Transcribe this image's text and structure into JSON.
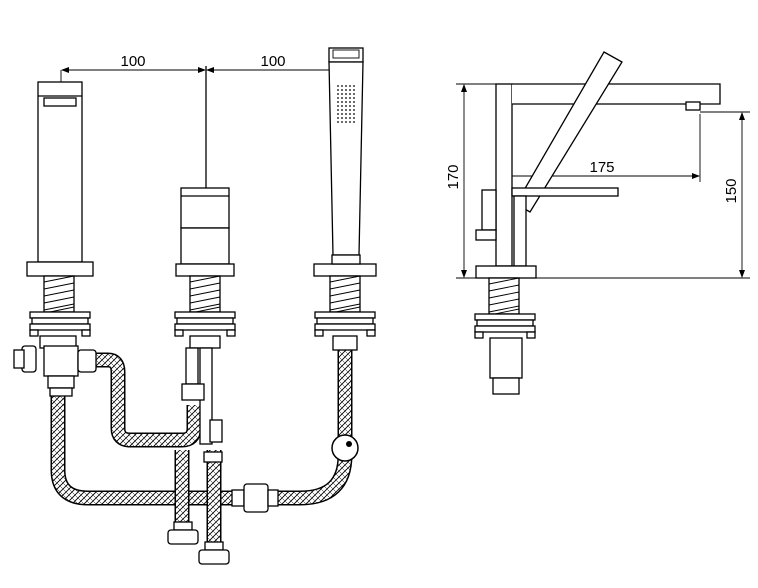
{
  "front_view": {
    "dimension_left": "100",
    "dimension_right": "100"
  },
  "side_view": {
    "dimension_height_total": "170",
    "dimension_height_spout": "150",
    "dimension_reach": "175"
  }
}
